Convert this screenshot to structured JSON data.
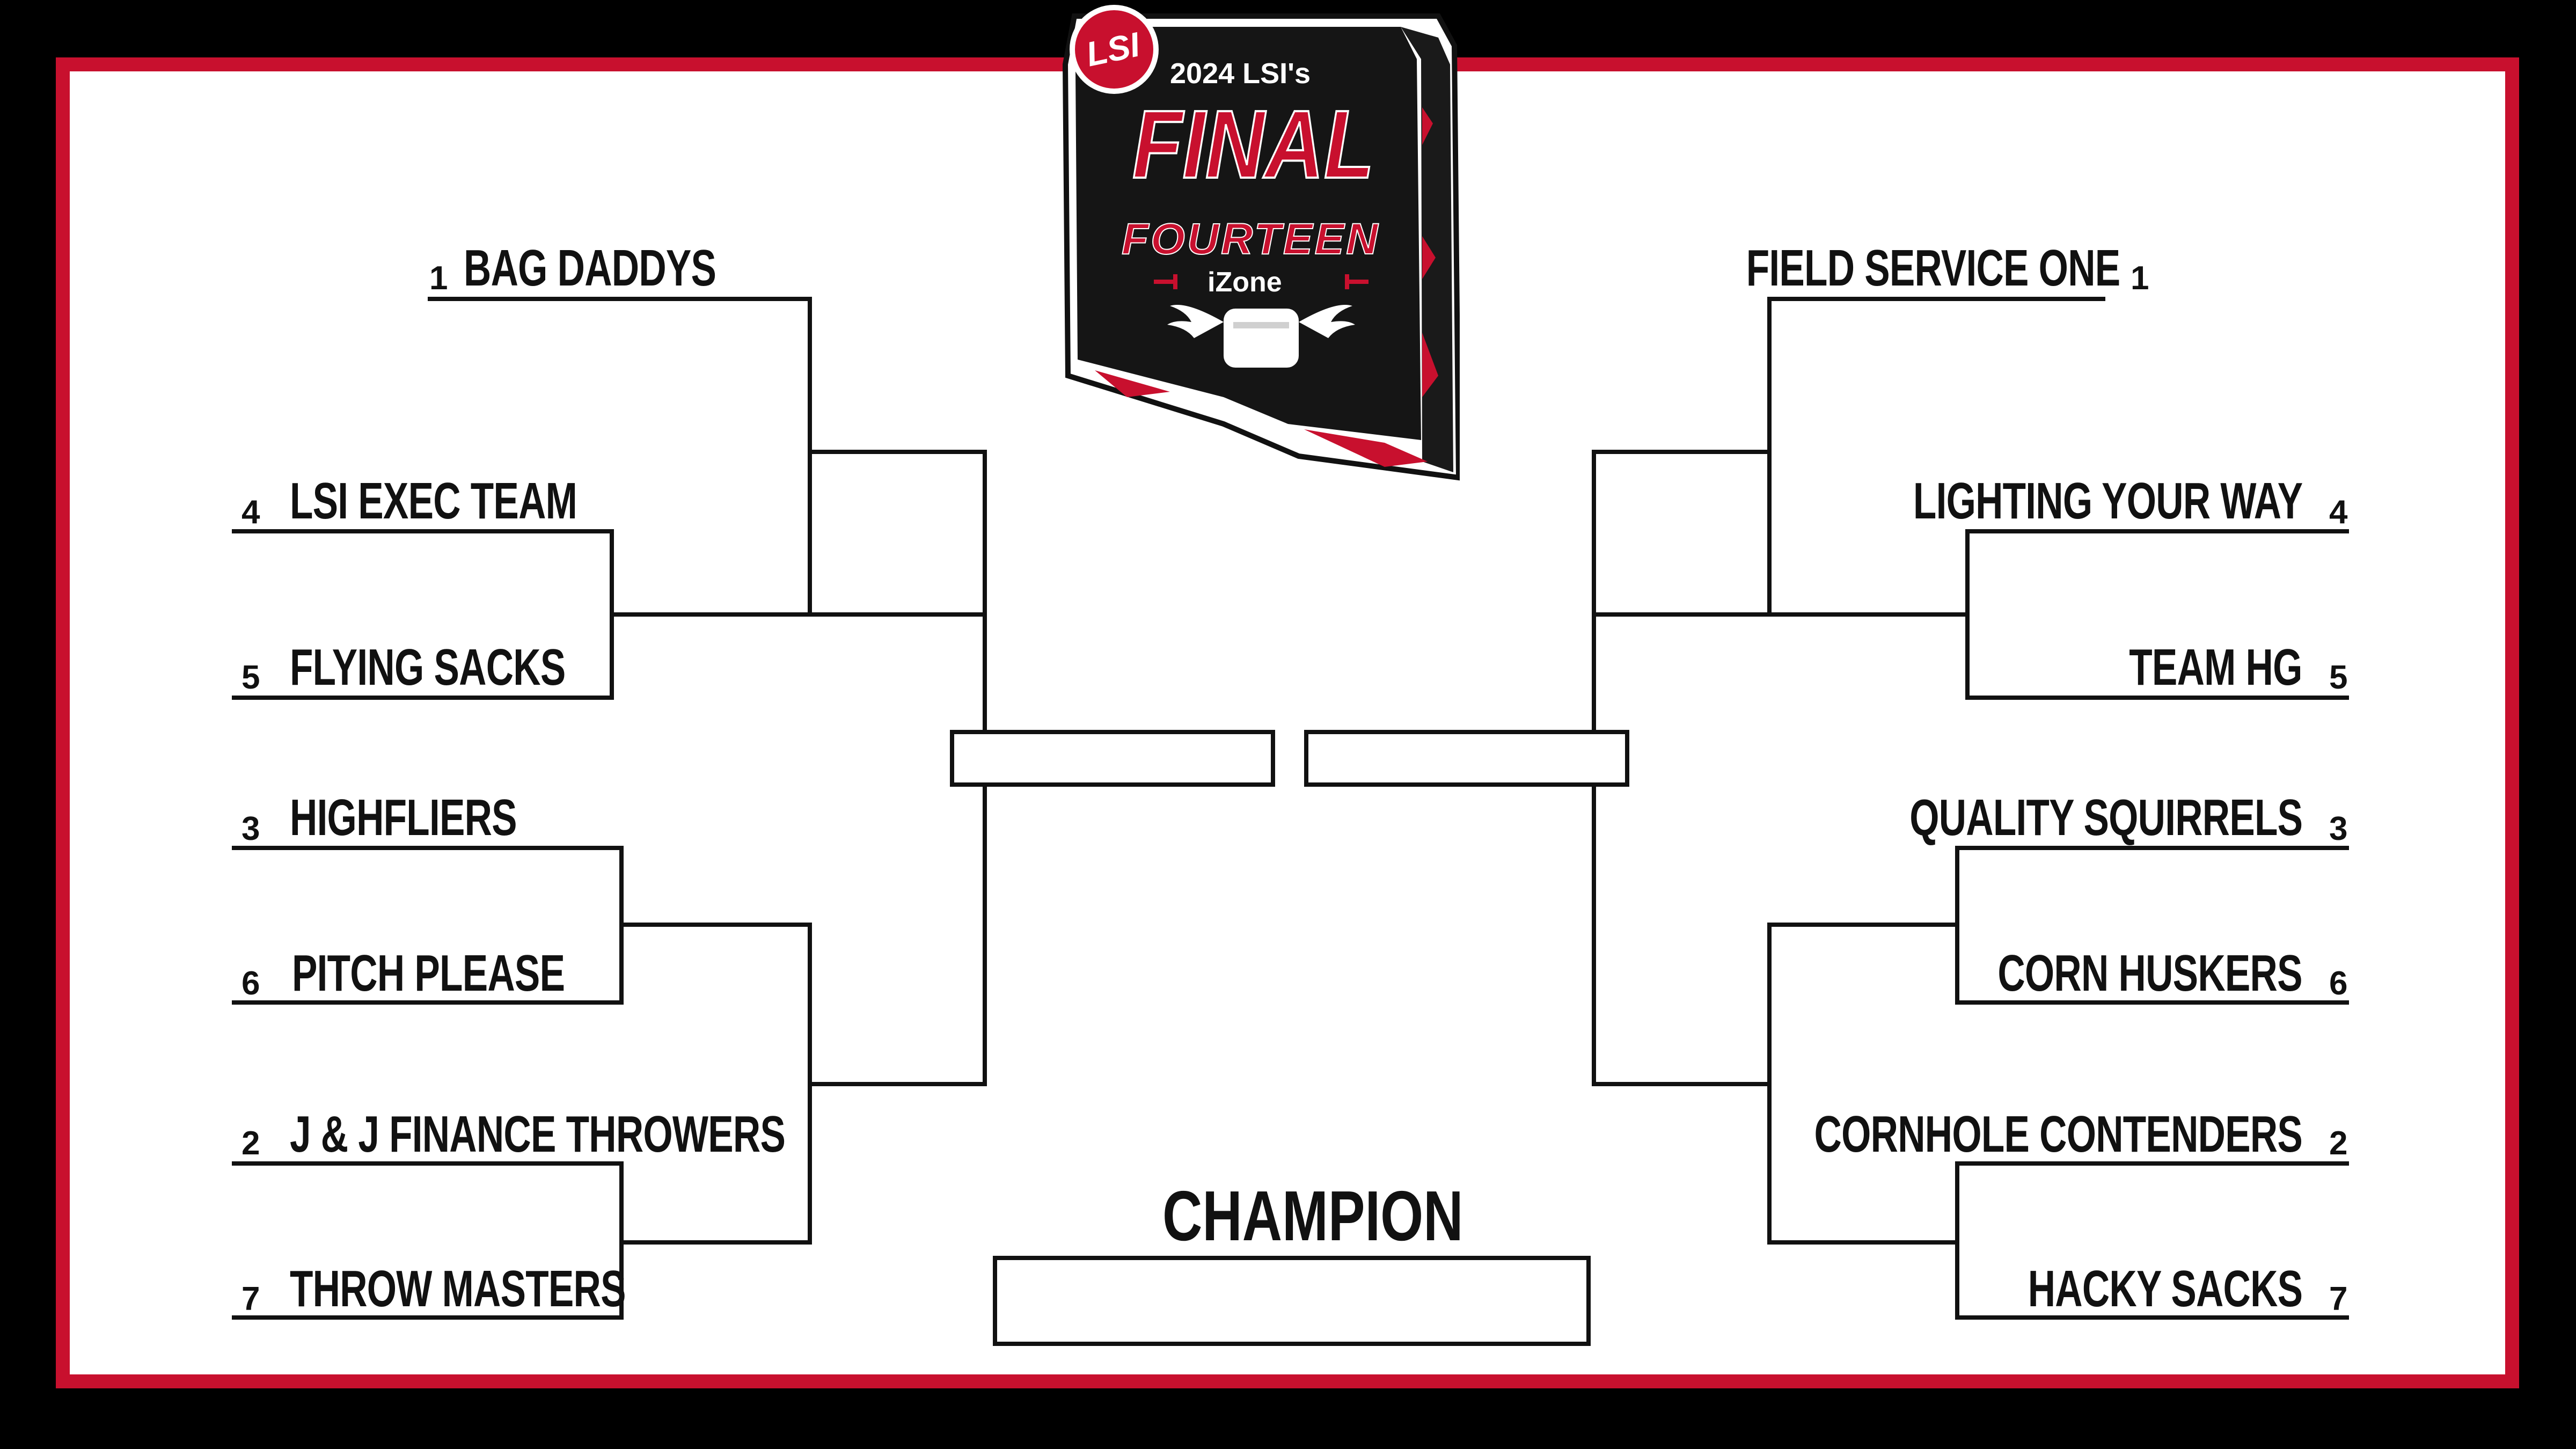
{
  "logo": {
    "badge": "LSI",
    "year_line": "2024 LSI's",
    "word1": "FINAL",
    "word2": "FOURTEEN",
    "word3": "iZone"
  },
  "left": {
    "teams": [
      {
        "seed": "1",
        "name": "BAG DADDYS"
      },
      {
        "seed": "4",
        "name": "LSI EXEC TEAM"
      },
      {
        "seed": "5",
        "name": "FLYING SACKS"
      },
      {
        "seed": "3",
        "name": "HIGHFLIERS"
      },
      {
        "seed": "6",
        "name": "PITCH PLEASE"
      },
      {
        "seed": "2",
        "name": "J & J FINANCE THROWERS"
      },
      {
        "seed": "7",
        "name": "THROW MASTERS"
      }
    ]
  },
  "right": {
    "teams": [
      {
        "seed": "1",
        "name": "FIELD SERVICE ONE"
      },
      {
        "seed": "4",
        "name": "LIGHTING YOUR WAY"
      },
      {
        "seed": "5",
        "name": "TEAM HG"
      },
      {
        "seed": "3",
        "name": "QUALITY SQUIRRELS"
      },
      {
        "seed": "6",
        "name": "CORN HUSKERS"
      },
      {
        "seed": "2",
        "name": "CORNHOLE CONTENDERS"
      },
      {
        "seed": "7",
        "name": "HACKY SACKS"
      }
    ]
  },
  "champion": {
    "label": "CHAMPION"
  },
  "colors": {
    "frame": "#c8102e",
    "background": "#000000",
    "panel": "#ffffff",
    "ink": "#111111"
  }
}
